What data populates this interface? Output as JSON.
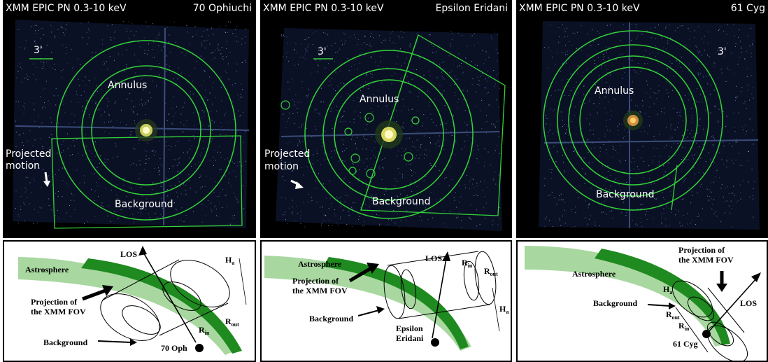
{
  "panels": [
    {
      "instrument": "XMM EPIC PN 0.3-10 keV",
      "star": "70 Ophiuchi",
      "scale": "3'",
      "annulus": "Annulus",
      "background": "Background",
      "motion_line1": "Projected",
      "motion_line2": "motion"
    },
    {
      "instrument": "XMM EPIC PN 0.3-10 keV",
      "star": "Epsilon Eridani",
      "scale": "3'",
      "annulus": "Annulus",
      "background": "Background",
      "motion_line1": "Projected",
      "motion_line2": "motion"
    },
    {
      "instrument": "XMM EPIC PN 0.3-10 keV",
      "star": "61 Cyg",
      "scale": "3'",
      "annulus": "Annulus",
      "background": "Background"
    }
  ],
  "sketches": [
    {
      "astrosphere": "Astrosphere",
      "los": "LOS",
      "ha": "H",
      "ha_sub": "a",
      "fov_line1": "Projection of",
      "fov_line2": "the XMM FOV",
      "rin": "R",
      "rin_sub": "in",
      "rout": "R",
      "rout_sub": "out",
      "background": "Background",
      "star": "70 Oph"
    },
    {
      "astrosphere": "Astrosphere",
      "los": "LOS",
      "rin": "R",
      "rin_sub": "in",
      "rout": "R",
      "rout_sub": "out",
      "fov_line1": "Projection of",
      "fov_line2": "the XMM FOV",
      "ha": "H",
      "ha_sub": "a",
      "background": "Background",
      "star_line1": "Epsilon",
      "star_line2": "Eridani"
    },
    {
      "astrosphere": "Astrosphere",
      "fov_line1": "Projection of",
      "fov_line2": "the XMM FOV",
      "ha": "H",
      "ha_sub": "a",
      "background": "Background",
      "rout": "R",
      "rout_sub": "out",
      "rin": "R",
      "rin_sub": "in",
      "los": "LOS",
      "star": "61 Cyg"
    }
  ],
  "colors": {
    "region_green": "#33d43a",
    "astrosphere_dark": "#1f8a1f",
    "astrosphere_light": "#a8d8a0",
    "source_core": "#fff9c8",
    "noise": "#6f8fd0"
  },
  "icons": [
    "projected-motion-arrow-icon",
    "fov-arrow-icon",
    "los-arrow-icon",
    "star-dot-icon"
  ]
}
